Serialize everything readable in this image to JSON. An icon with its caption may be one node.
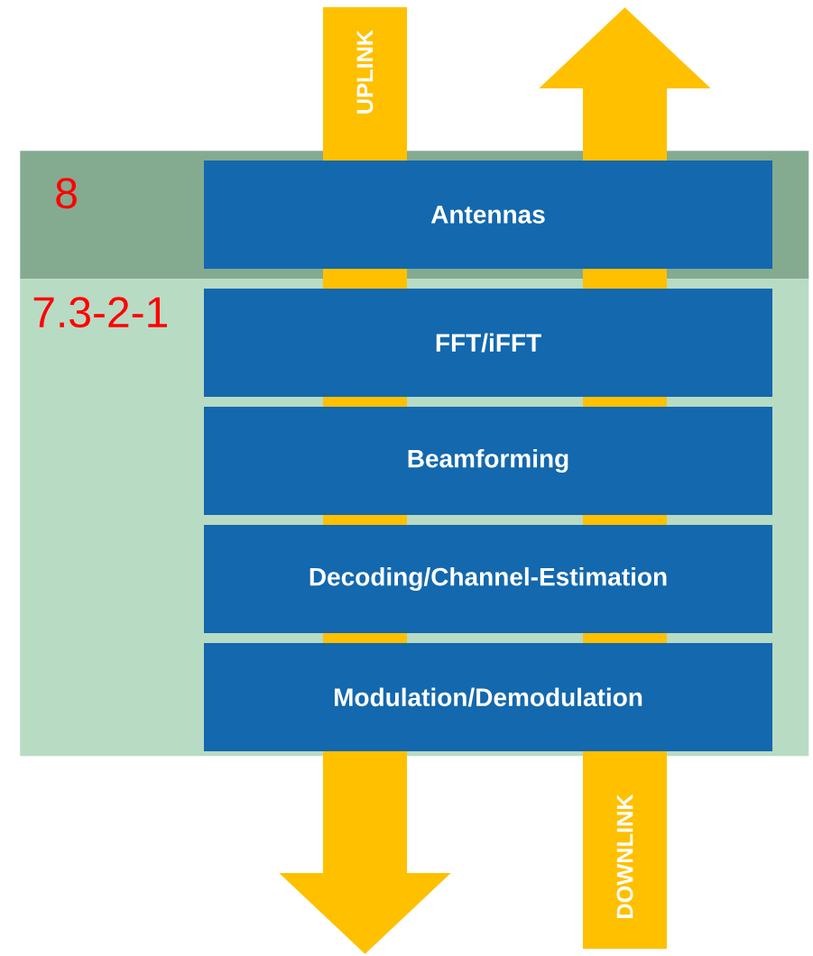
{
  "diagram": {
    "nodes": [
      {
        "text": [
          "8"
        ]
      },
      {
        "text": [
          "Antennas"
        ],
        "in": 0
      },
      {
        "text": [
          "7.3-2-1"
        ]
      },
      {
        "text": [
          "FFT/iFFT"
        ],
        "in": 2
      },
      {
        "text": [
          "Beamforming"
        ],
        "in": 2
      },
      {
        "text": [
          "Decoding/Channel-Estimation"
        ],
        "in": 2
      },
      {
        "text": [
          "Modulation/Demodulation"
        ],
        "in": 2
      }
    ],
    "labels": [
      "UPLINK",
      "DOWNLINK"
    ]
  }
}
